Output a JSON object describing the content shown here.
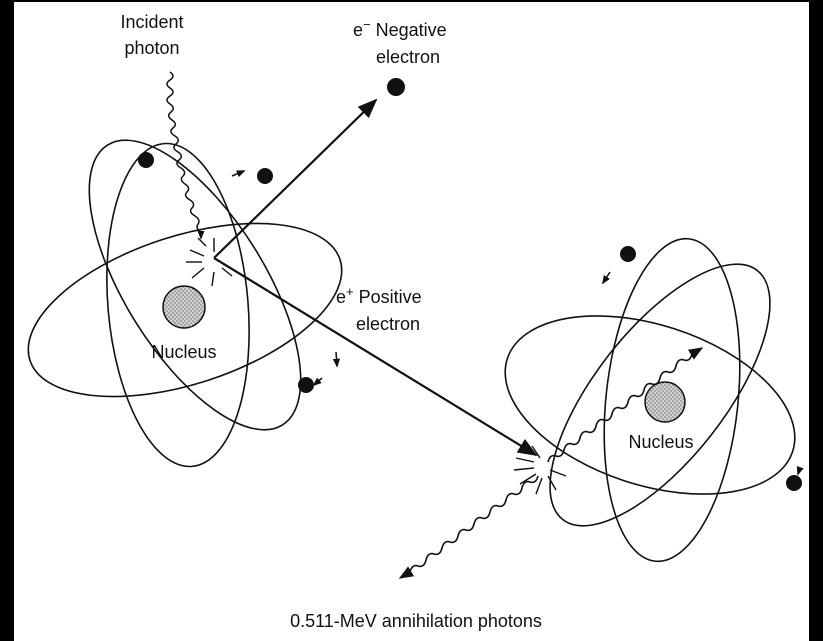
{
  "labels": {
    "incident_photon_line1": "Incident",
    "incident_photon_line2": "photon",
    "negative_electron_prefix": "e",
    "negative_electron_sup": "−",
    "negative_electron_line1": " Negative",
    "negative_electron_line2": "electron",
    "positive_electron_prefix": "e",
    "positive_electron_sup": "+",
    "positive_electron_line1": " Positive",
    "positive_electron_line2": "electron",
    "nucleus_left": "Nucleus",
    "nucleus_right": "Nucleus",
    "annihilation_photons": "0.511-MeV annihilation photons"
  },
  "colors": {
    "background": "#000000",
    "panel": "#ffffff",
    "ink": "#111111",
    "nucleus_fill": "#bdbdbd"
  }
}
